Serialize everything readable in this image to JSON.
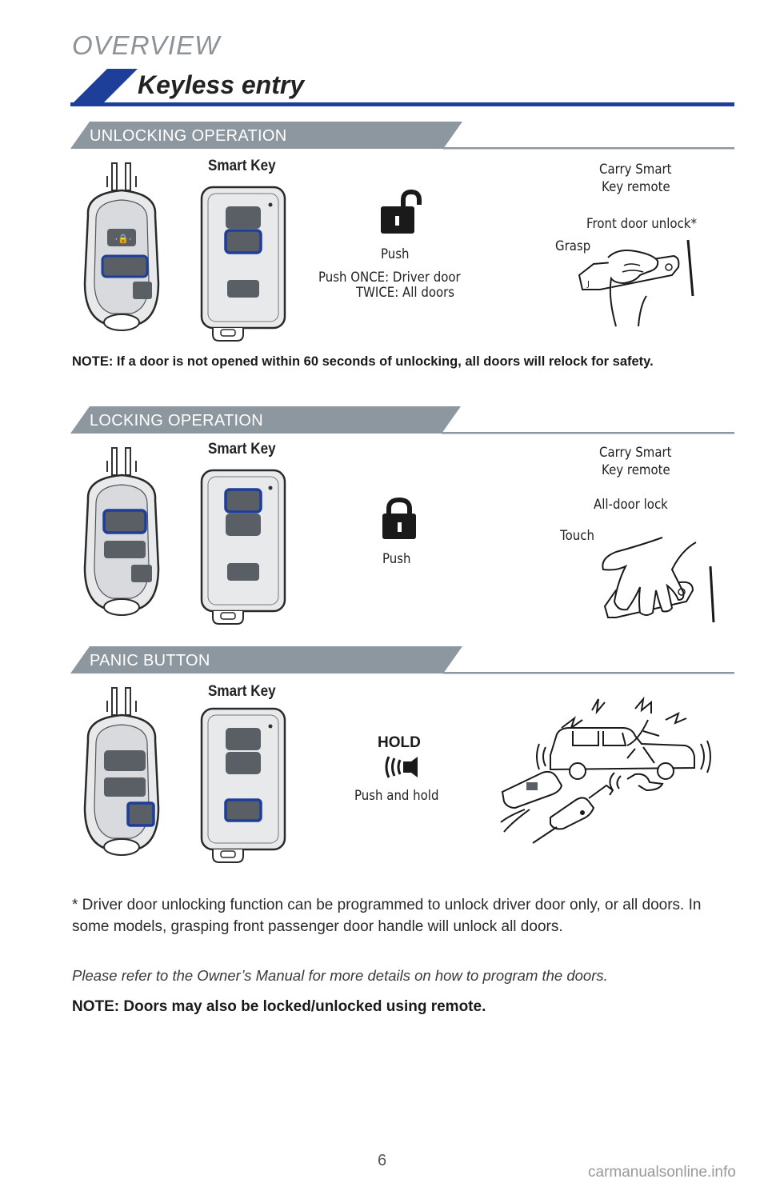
{
  "header": {
    "overview": "OVERVIEW",
    "title": "Keyless entry"
  },
  "sections": [
    {
      "label": "UNLOCKING OPERATION",
      "smart_key": "Smart Key",
      "push_label": "Push",
      "push_detail_1": "Push  ONCE: Driver door",
      "push_detail_2": "TWICE: All doors",
      "carry_1": "Carry Smart",
      "carry_2": "Key remote",
      "action": "Front door unlock*",
      "gesture": "Grasp"
    },
    {
      "label": "LOCKING OPERATION",
      "smart_key": "Smart Key",
      "push_label": "Push",
      "carry_1": "Carry Smart",
      "carry_2": "Key remote",
      "action": "All-door lock",
      "gesture": "Touch"
    },
    {
      "label": "PANIC BUTTON",
      "smart_key": "Smart Key",
      "hold_label": "HOLD",
      "push_label": "Push and hold"
    }
  ],
  "note_relock": "NOTE: If a door is not opened within 60 seconds of unlocking, all doors will relock for safety.",
  "footnote": "* Driver door unlocking function can be programmed to unlock driver door only, or all doors. In some models, grasping front passenger door handle will unlock all doors.",
  "manual_ref": "Please refer to the Owner’s Manual for more details on how to program the doors.",
  "note_remote": "NOTE: Doors may also be locked/unlocked using remote.",
  "page_number": "6",
  "watermark": "carmanualsonline.info",
  "colors": {
    "accent_blue": "#1d3f9a",
    "section_gray": "#8d979f",
    "key_fill": "#e6e7e9",
    "button_fill": "#5a5f66"
  },
  "icons": [
    "lock-closed-icon",
    "lock-open-icon",
    "panic-hold-icon"
  ]
}
